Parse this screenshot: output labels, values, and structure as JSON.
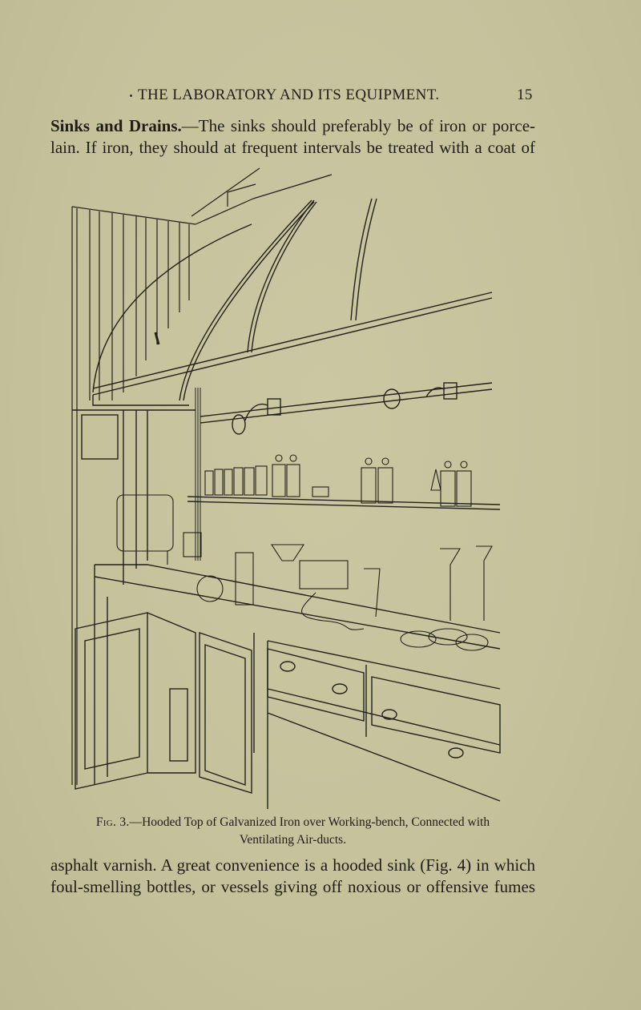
{
  "page": {
    "background": "#c7c39c",
    "ink": "#1e1d18"
  },
  "running_head": {
    "title": "THE LABORATORY AND ITS EQUIPMENT.",
    "page_number": "15"
  },
  "paragraph_top": {
    "heading": "Sinks and Drains.",
    "line1_rest": "—The sinks should preferably be of iron or porce-",
    "line2": "lain. If iron, they should at frequent intervals be treated with a coat of"
  },
  "figure": {
    "label": "Fig. 3.",
    "caption_line1": "—Hooded Top of Galvanized Iron over Working-bench, Connected with",
    "caption_line2": "Ventilating Air-ducts.",
    "description": "Engraving of a laboratory working-bench with a curved galvanized hood, shelf of stoppered reagent bottles, gas lamps on pipe, apparatus on bench, cupboards and drawers below."
  },
  "paragraph_bottom": {
    "line1": "asphalt varnish. A great convenience is a hooded sink (Fig. 4) in which",
    "line2": "foul-smelling bottles, or vessels giving off noxious or offensive fumes"
  }
}
